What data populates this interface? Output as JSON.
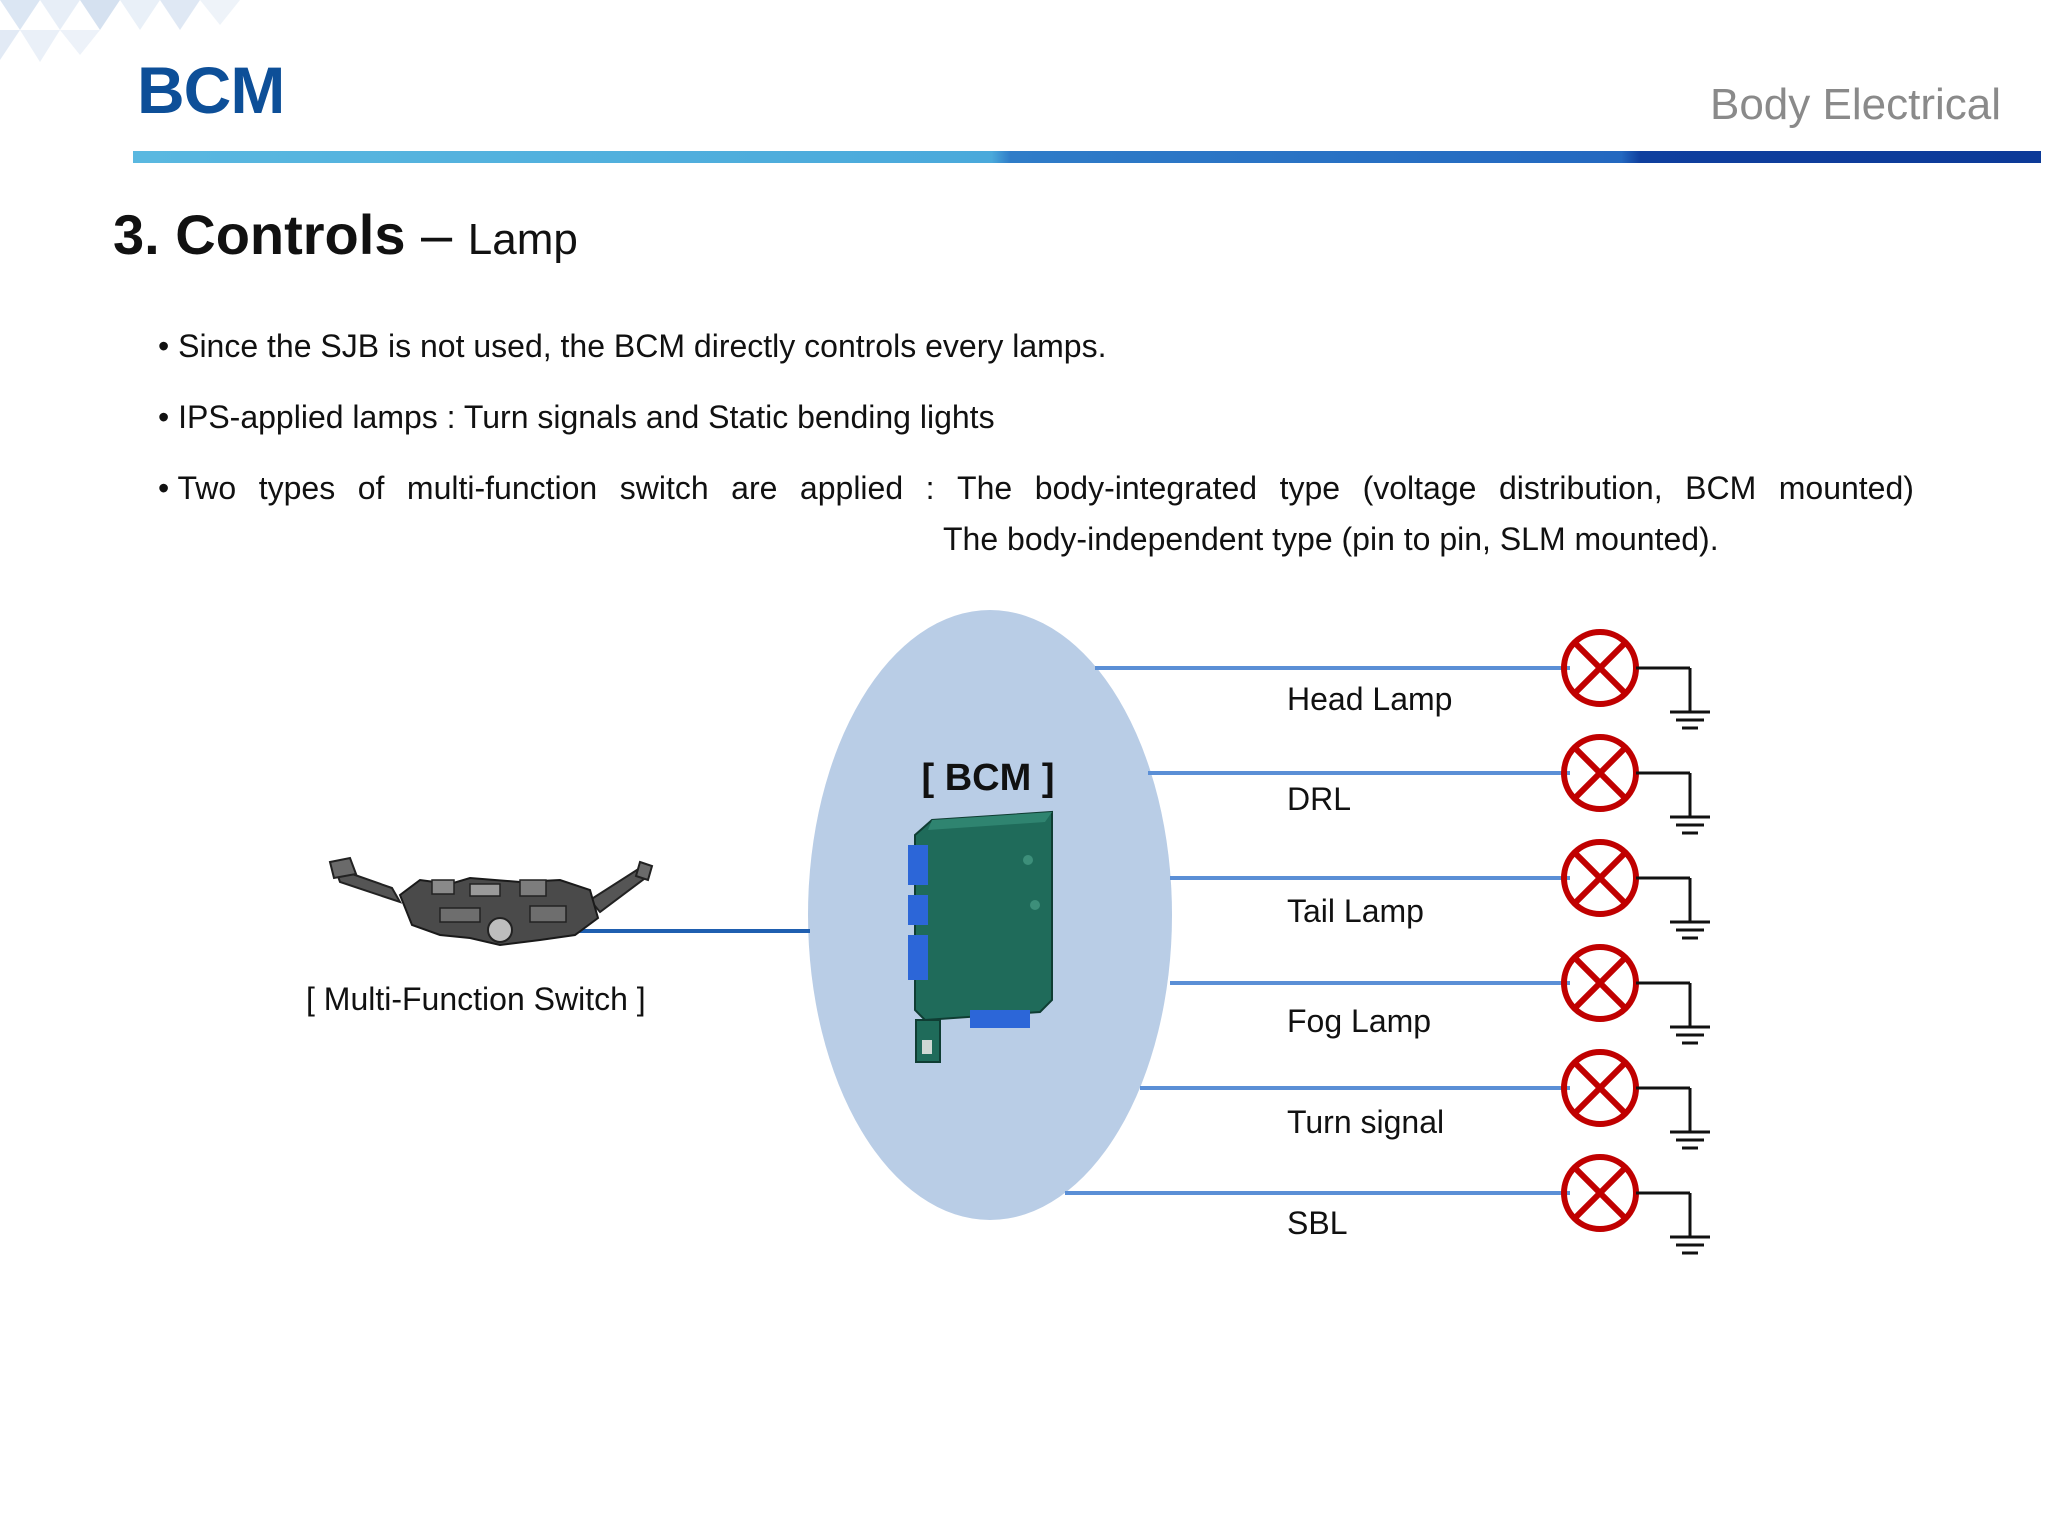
{
  "header": {
    "title": "BCM",
    "section": "Body Electrical"
  },
  "heading": {
    "number_title": "3. Controls",
    "dash": "–",
    "subtitle": "Lamp"
  },
  "bullets": [
    "• Since the SJB is not used, the BCM directly controls every lamps.",
    "• IPS-applied lamps : Turn signals and Static bending lights",
    "• Two types of multi-function switch are applied : The body-integrated type (voltage distribution, BCM mounted)",
    "The body-independent type (pin to pin, SLM mounted)."
  ],
  "diagram": {
    "switch_label": "[ Multi-Function Switch ]",
    "bcm_label": "[ BCM ]",
    "lamps": [
      "Head Lamp",
      "DRL",
      "Tail Lamp",
      "Fog Lamp",
      "Turn signal",
      "SBL"
    ]
  },
  "colors": {
    "brand_blue": "#0d4f98",
    "wire_blue": "#5b8fd6",
    "ellipse_fill": "#b9cde6",
    "lamp_red": "#c00000",
    "module_green": "#1f6b5a"
  }
}
